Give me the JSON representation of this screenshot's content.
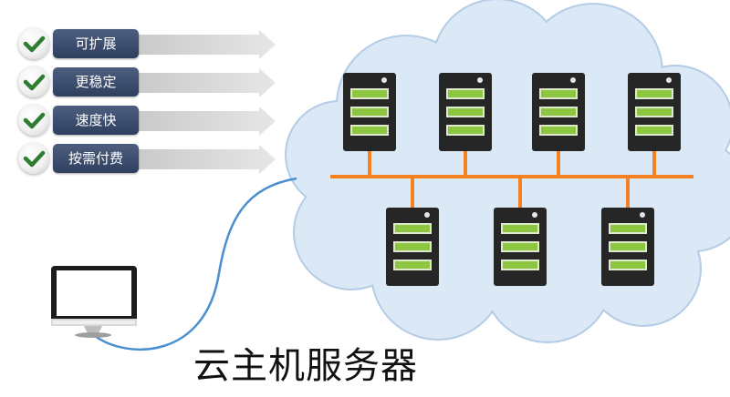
{
  "features": [
    {
      "label": "可扩展",
      "icon": "check-icon"
    },
    {
      "label": "更稳定",
      "icon": "check-icon"
    },
    {
      "label": "速度快",
      "icon": "check-icon"
    },
    {
      "label": "按需付费",
      "icon": "check-icon"
    }
  ],
  "caption": "云主机服务器",
  "colors": {
    "cloud_fill": "#dbe8f6",
    "cloud_stroke": "#b4cce6",
    "network_bus": "#f58220",
    "server_body": "#262626",
    "server_slot": "#8dc63f",
    "cable": "#4a8fd0",
    "label_bg": "#3b4c6e",
    "check_green": "#2e7d32"
  },
  "servers": {
    "top_row_count": 4,
    "bottom_row_count": 3
  }
}
